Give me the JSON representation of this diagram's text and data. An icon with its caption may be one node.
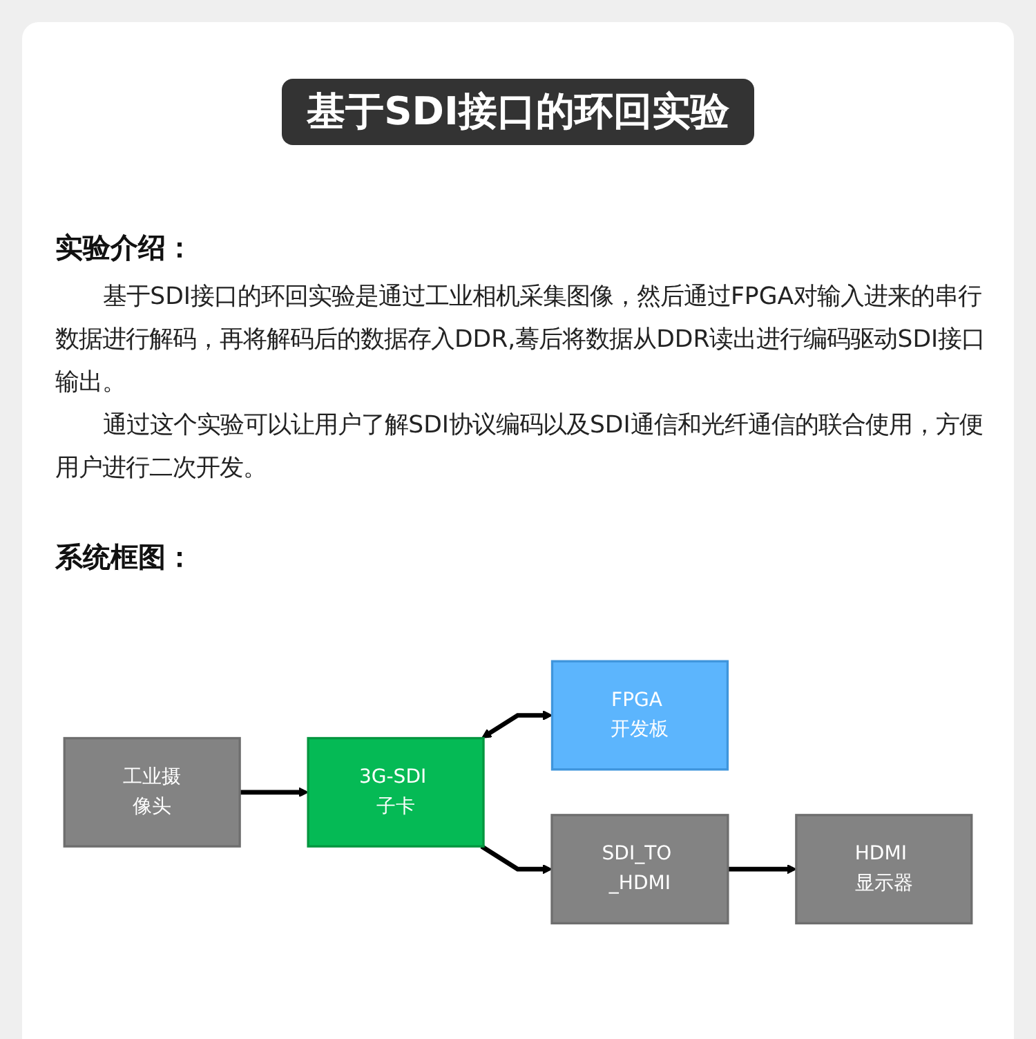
{
  "diagram": {
    "title": "基于SDI接口的环回实验",
    "nodes": [
      {
        "text": [
          "工业摄像头"
        ]
      },
      {
        "text": [
          "3G-SDI 子卡"
        ]
      },
      {
        "text": [
          "FPGA 开发板"
        ]
      },
      {
        "text": [
          "HDMI 显示器"
        ]
      },
      {
        "text": [
          "SDI_TO _HDMI"
        ]
      }
    ],
    "edges": [
      {
        "from": 0,
        "to": 1,
        "arrow": "to"
      },
      {
        "from": 1,
        "to": 2,
        "arrow": "both"
      },
      {
        "from": 1,
        "to": 4,
        "arrow": "to"
      },
      {
        "from": 4,
        "to": 3,
        "arrow": "to"
      }
    ],
    "labels": [
      "实验介绍：",
      "基于SDI接口的环回实验是通过工业相机采集图像，然后通过FPGA对输入进来的串行数据进行解码，再将解码后的数据存入DDR,蓦后将数据从DDR读出进行编码驱动SDI接口输出。",
      "通过这个实验可以让用户了解SDI协议编码以及SDI通信和光纤通信的联合使用，方便用户进行二次开发。",
      "系统框图："
    ]
  }
}
